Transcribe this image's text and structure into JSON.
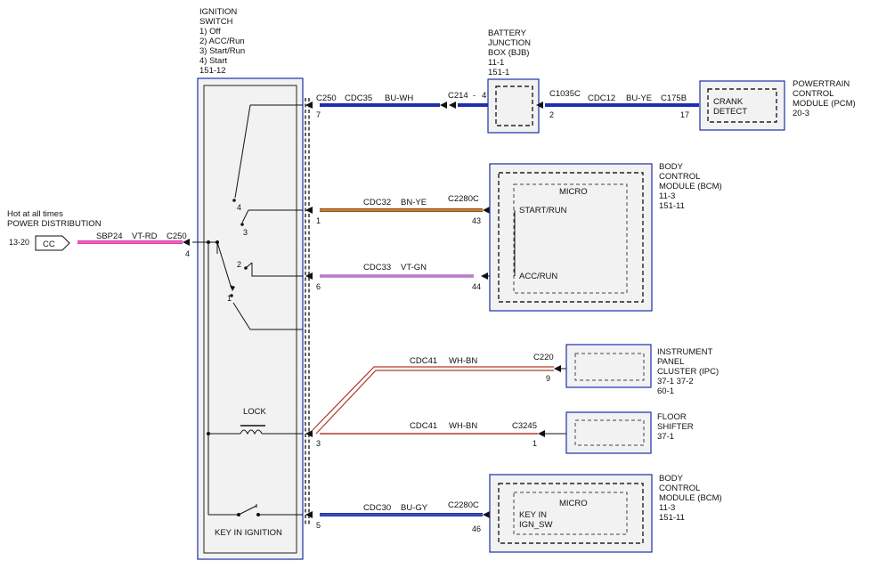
{
  "ignition_switch": {
    "title_lines": [
      "IGNITION",
      "SWITCH",
      "1) Off",
      "2) ACC/Run",
      "3) Start/Run",
      "4) Start",
      "151-12"
    ],
    "pos_labels": [
      "4",
      "3",
      "2",
      "1"
    ],
    "lock_label": "LOCK",
    "key_label": "KEY IN IGNITION"
  },
  "power": {
    "lines": [
      "Hot at all times",
      "POWER DISTRIBUTION"
    ],
    "page_ref": "13-20",
    "connector_box": "CC",
    "circuit": "SBP24",
    "color": "VT-RD",
    "connector": "C250",
    "pin": "4"
  },
  "bjb": {
    "lines": [
      "BATTERY",
      "JUNCTION",
      "BOX (BJB)",
      "11-1",
      "151-1"
    ]
  },
  "pcm": {
    "lines": [
      "POWERTRAIN",
      "CONTROL",
      "MODULE (PCM)",
      "20-3"
    ],
    "inner_lines": [
      "CRANK",
      "DETECT"
    ]
  },
  "bcm_top": {
    "lines": [
      "BODY",
      "CONTROL",
      "MODULE (BCM)",
      "11-3",
      "151-11"
    ],
    "micro": "MICRO",
    "start_run": "START/RUN",
    "acc_run": "ACC/RUN"
  },
  "ipc": {
    "lines": [
      "INSTRUMENT",
      "PANEL",
      "CLUSTER (IPC)",
      "37-1   37-2",
      "60-1"
    ]
  },
  "floor": {
    "lines": [
      "FLOOR",
      "SHIFTER",
      "37-1"
    ]
  },
  "bcm_bottom": {
    "lines": [
      "BODY",
      "CONTROL",
      "MODULE (BCM)",
      "11-3",
      "151-11"
    ],
    "micro": "MICRO",
    "inner_lines": [
      "KEY IN",
      "IGN_SW"
    ]
  },
  "wires": {
    "w1": {
      "connector": "C250",
      "circuit": "CDC35",
      "color": "BU-WH",
      "pin": "7",
      "mid_connector": "C214",
      "mid_pin": "4",
      "hex": "#1b2fb0"
    },
    "w1b": {
      "connector": "C1035C",
      "circuit": "CDC12",
      "color": "BU-YE",
      "pin": "2",
      "end_connector": "C175B",
      "end_pin": "17",
      "hex": "#1b2fb0"
    },
    "w2": {
      "circuit": "CDC32",
      "color": "BN-YE",
      "pin": "1",
      "end_connector": "C2280C",
      "end_pin": "43",
      "hex": "#9a4a1a"
    },
    "w3": {
      "circuit": "CDC33",
      "color": "VT-GN",
      "pin": "6",
      "end_pin": "44",
      "hex": "#c890d8"
    },
    "w4": {
      "circuit": "CDC41",
      "color": "WH-BN",
      "end_connector": "C220",
      "end_pin": "9",
      "hex": "#b03a2a"
    },
    "w5": {
      "circuit": "CDC41",
      "color": "WH-BN",
      "pin": "3",
      "end_connector": "C3245",
      "end_pin": "1",
      "hex": "#b03a2a"
    },
    "w6": {
      "circuit": "CDC30",
      "color": "BU-GY",
      "pin": "5",
      "end_connector": "C2280C",
      "end_pin": "46",
      "hex": "#1b2fb0"
    },
    "power_hex": "#e23aa8"
  }
}
